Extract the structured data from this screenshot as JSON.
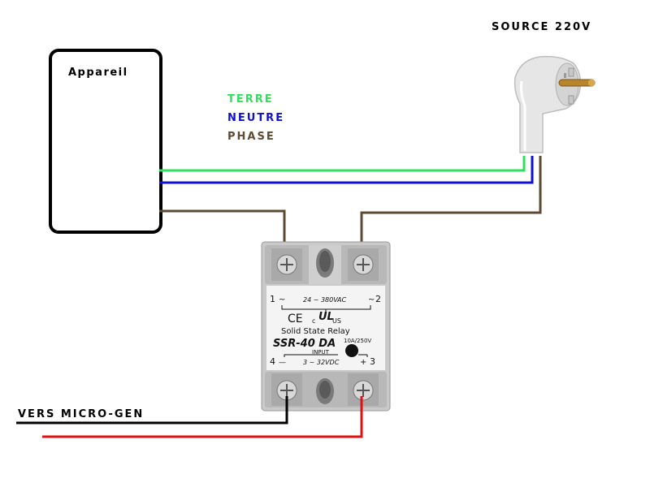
{
  "appliance": {
    "label": "Appareil"
  },
  "source": {
    "label": "SOURCE 220V"
  },
  "legend": {
    "earth": {
      "label": "TERRE",
      "color": "#2ee05a"
    },
    "neutral": {
      "label": "NEUTRE",
      "color": "#1010d0"
    },
    "phase": {
      "label": "PHASE",
      "color": "#5c4a32"
    }
  },
  "control": {
    "label": "VERS MICRO-GEN",
    "neg_color": "#000000",
    "pos_color": "#e01010"
  },
  "relay": {
    "terminal_1": "1",
    "terminal_2": "2",
    "terminal_3": "3",
    "terminal_4": "4",
    "load_range": "24 ~ 380VAC",
    "ce_mark": "CE",
    "ul_c": "c",
    "ul_us": "US",
    "ul_mark": "UL",
    "title": "Solid State Relay",
    "model": "SSR-40 DA",
    "rating": "10A/250V",
    "input_label": "INPUT",
    "input_range": "3 ~ 32VDC",
    "minus_sign": "—",
    "plus_sign": "+",
    "tilde_1": "~",
    "tilde_2": "~"
  }
}
